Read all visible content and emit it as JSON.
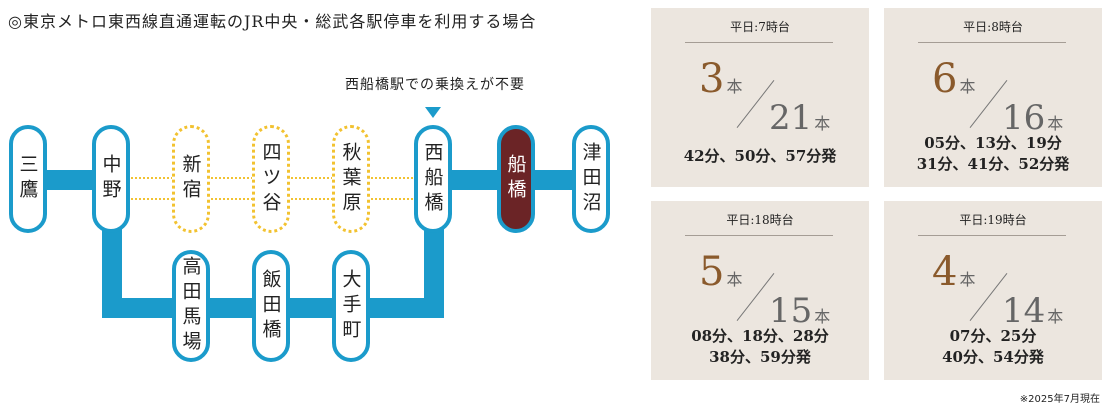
{
  "title": "◎東京メトロ東西線直通運転のJR中央・総武各駅停車を利用する場合",
  "note": "西船橋駅での乗換えが不要",
  "stations": {
    "mitaka": "三鷹",
    "nakano": "中野",
    "shinjuku": "新宿",
    "yotsuya": "四ツ谷",
    "akihabara": "秋葉原",
    "nishifunabashi": "西船橋",
    "funabashi": "船橋",
    "tsudanuma": "津田沼",
    "takadanobaba": "高田馬場",
    "iidabashi": "飯田橋",
    "otemachi": "大手町"
  },
  "cards": [
    {
      "header": "平日:7時台",
      "count": "3",
      "total": "21",
      "unit": "本",
      "times": [
        "42分、50分、57分発"
      ]
    },
    {
      "header": "平日:8時台",
      "count": "6",
      "total": "16",
      "unit": "本",
      "times": [
        "05分、13分、19分",
        "31分、41分、52分発"
      ]
    },
    {
      "header": "平日:18時台",
      "count": "5",
      "total": "15",
      "unit": "本",
      "times": [
        "08分、18分、28分",
        "38分、59分発"
      ]
    },
    {
      "header": "平日:19時台",
      "count": "4",
      "total": "14",
      "unit": "本",
      "times": [
        "07分、25分",
        "40分、54分発"
      ]
    }
  ],
  "footnote": "※2025年7月現在",
  "colors": {
    "line": "#1b9bcb",
    "jr": "#f2c230",
    "current": "#6b2426",
    "accent": "#8a5a2c",
    "card": "#ece6df"
  }
}
